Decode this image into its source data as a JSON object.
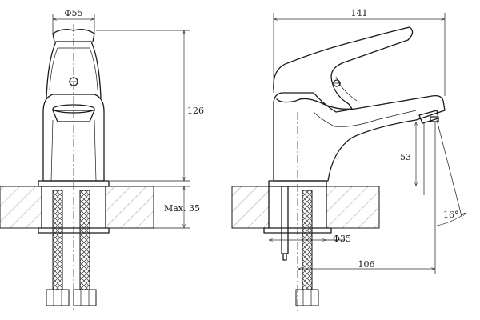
{
  "front_view": {
    "dimensions": {
      "top_diameter": "Φ55",
      "height": "126",
      "max_thickness": "Max. 35"
    }
  },
  "side_view": {
    "dimensions": {
      "overall_length": "141",
      "spout_height": "53",
      "mount_diameter": "Φ35",
      "spout_reach": "106",
      "spout_angle": "16°"
    }
  }
}
